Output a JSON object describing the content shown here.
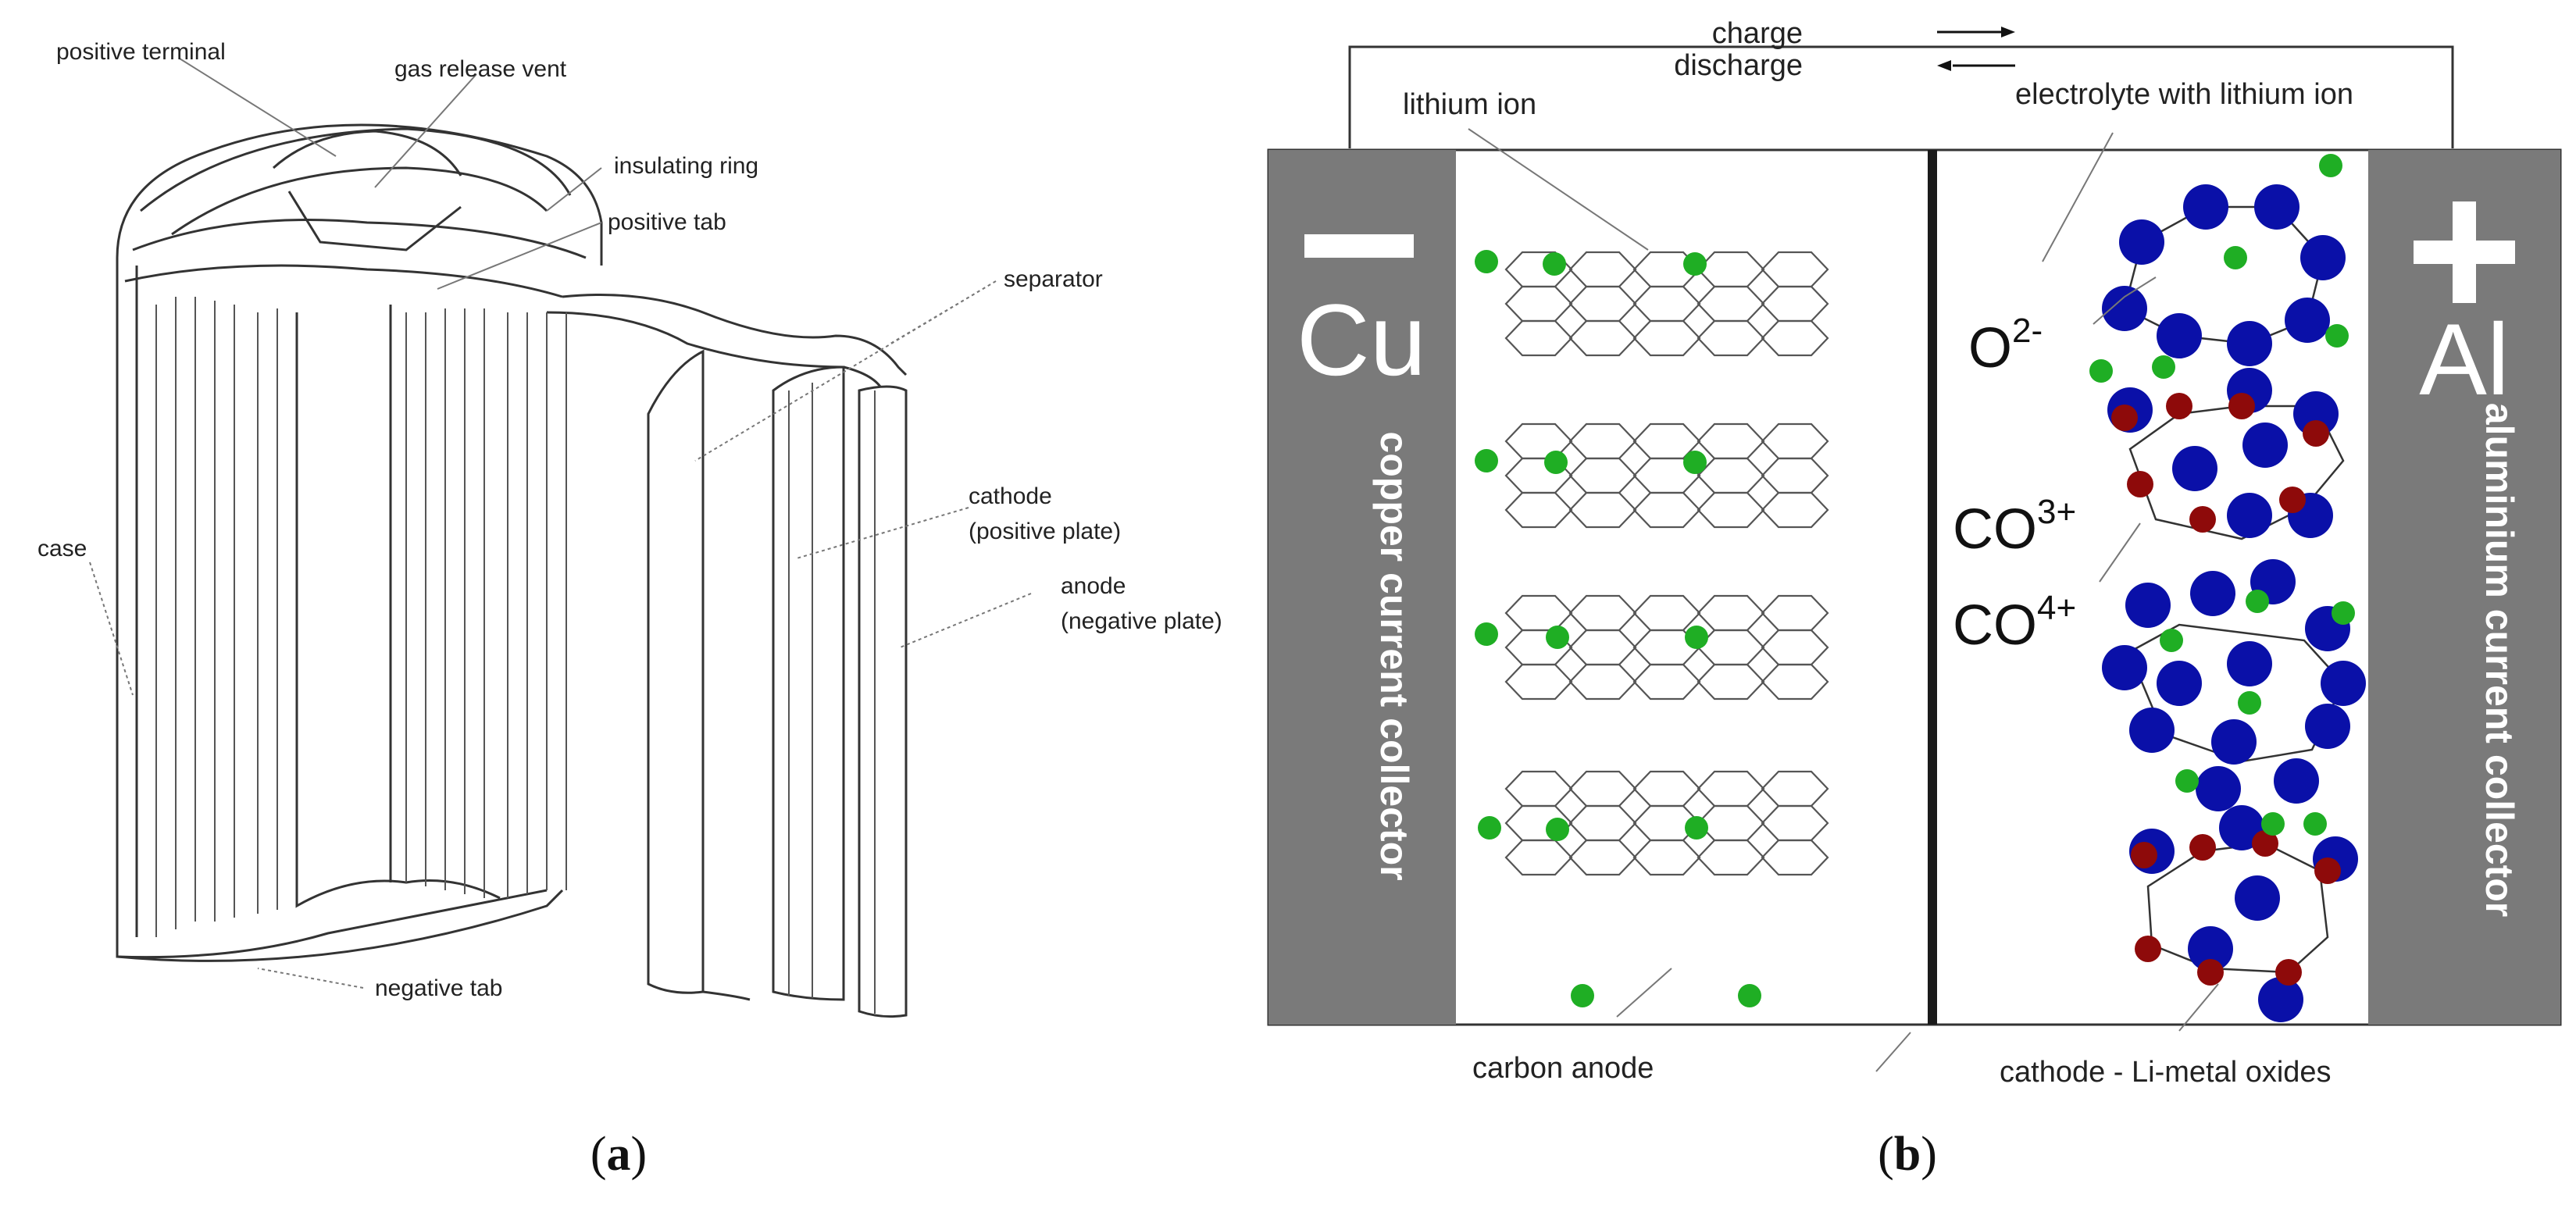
{
  "figure_a": {
    "caption_letter": "a",
    "labels": {
      "positive_terminal": "positive terminal",
      "gas_release_vent": "gas release vent",
      "insulating_ring": "insulating ring",
      "positive_tab": "positive tab",
      "separator": "separator",
      "case": "case",
      "cathode": "cathode",
      "cathode_sub": "(positive plate)",
      "anode": "anode",
      "anode_sub": "(negative plate)",
      "negative_tab": "negative tab"
    }
  },
  "figure_b": {
    "caption_letter": "b",
    "labels": {
      "charge": "charge",
      "discharge": "discharge",
      "lithium_ion": "lithium ion",
      "electrolyte": "electrolyte with lithium ion",
      "minus": "—",
      "cu": "Cu",
      "copper_collector": "copper current collector",
      "plus": "+",
      "al": "Al",
      "aluminium_collector": "aluminium current collector",
      "o2": "O",
      "o2_sup": "2-",
      "co3": "CO",
      "co3_sup": "3+",
      "co4": "CO",
      "co4_sup": "4+",
      "carbon_anode": "carbon anode",
      "cathode_oxides": "cathode - Li-metal oxides"
    },
    "colors": {
      "collector_gray": "#7a7a7a",
      "lithium_green": "#1fae24",
      "oxygen_blue": "#0a10a8",
      "cobalt_red": "#8e0a0a",
      "separator_black": "#1a1a1a"
    }
  }
}
